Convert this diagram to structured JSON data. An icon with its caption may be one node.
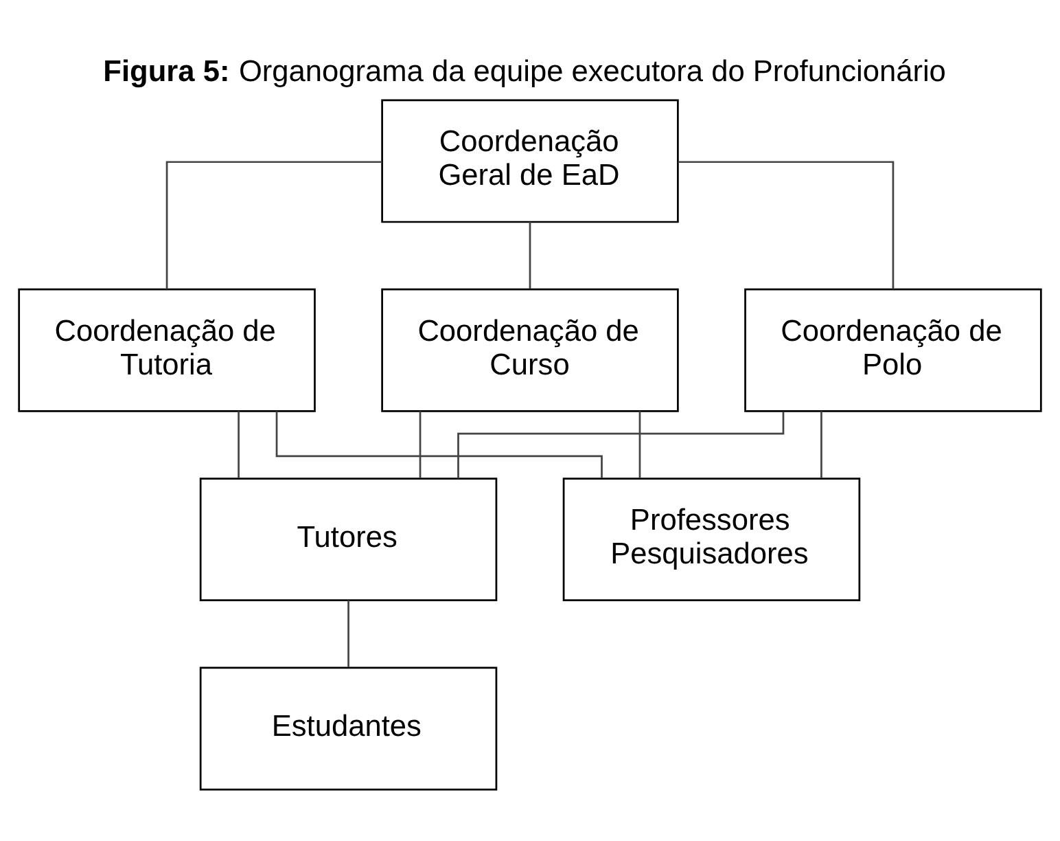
{
  "diagram": {
    "title": "**Figura 5:** Organograma da equipe executora do Profuncionário",
    "nodes": [
      {
        "text": [
          "Coordenação Geral de EaD"
        ]
      },
      {
        "text": [
          "Coordenação de Tutoria"
        ]
      },
      {
        "text": [
          "Coordenação de Curso"
        ]
      },
      {
        "text": [
          "Coordenação de Polo"
        ]
      },
      {
        "text": [
          "Tutores"
        ]
      },
      {
        "text": [
          "Professores Pesquisadores"
        ]
      },
      {
        "text": [
          "Estudantes"
        ]
      }
    ],
    "edges": [
      {
        "from": 0,
        "to": 1,
        "arrow": "none"
      },
      {
        "from": 0,
        "to": 2,
        "arrow": "none"
      },
      {
        "from": 0,
        "to": 3,
        "arrow": "none"
      },
      {
        "from": 1,
        "to": 4,
        "arrow": "none"
      },
      {
        "from": 1,
        "to": 5,
        "arrow": "none"
      },
      {
        "from": 2,
        "to": 4,
        "arrow": "none"
      },
      {
        "from": 2,
        "to": 5,
        "arrow": "none"
      },
      {
        "from": 3,
        "to": 4,
        "arrow": "none"
      },
      {
        "from": 3,
        "to": 5,
        "arrow": "none"
      },
      {
        "from": 4,
        "to": 6,
        "arrow": "none"
      }
    ]
  }
}
